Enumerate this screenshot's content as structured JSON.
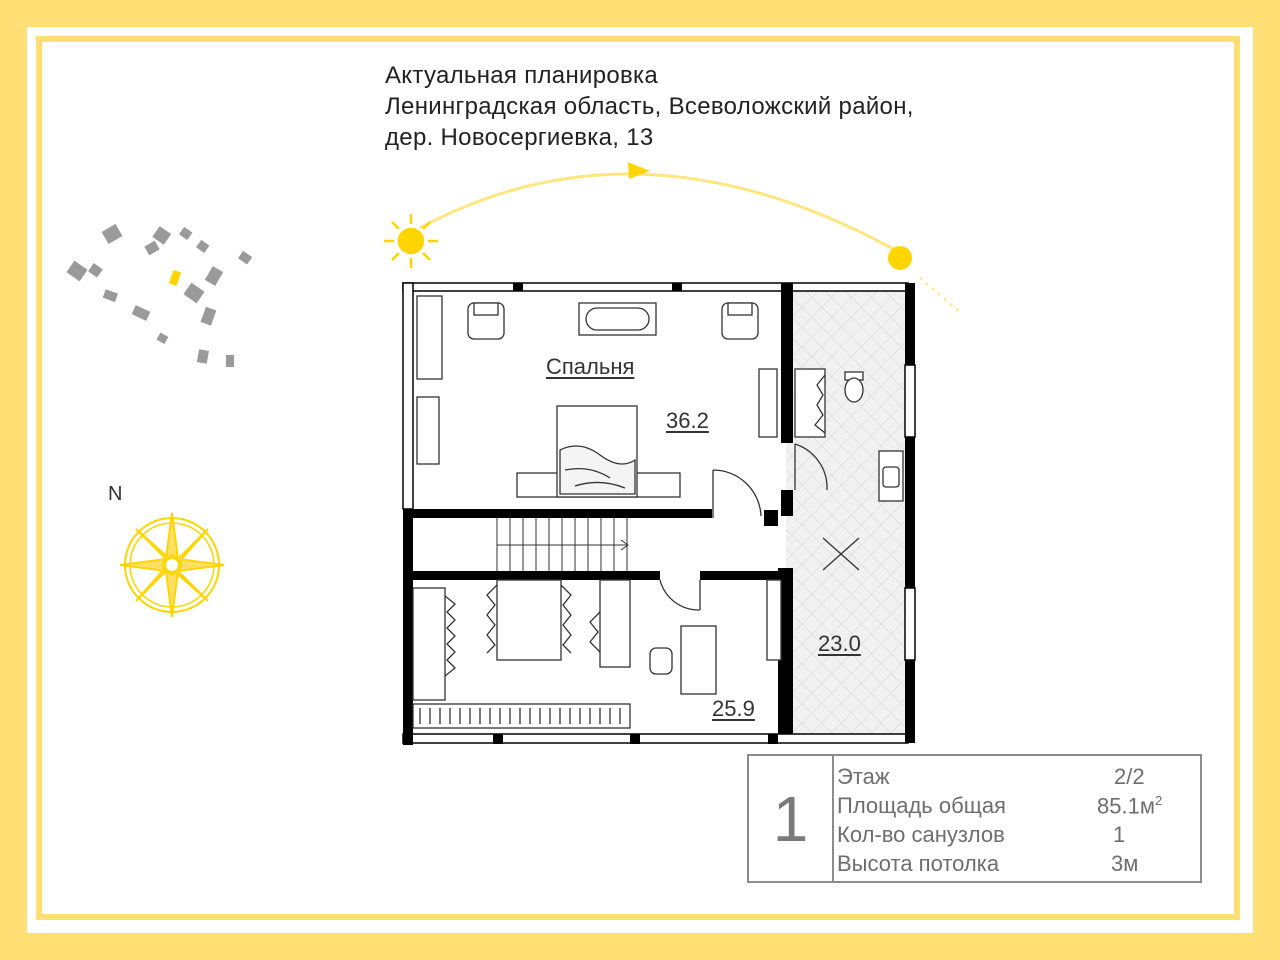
{
  "header": {
    "line1": "Актуальная планировка",
    "line2": "Ленинградская область, Всеволожский район,",
    "line3": "дер. Новосергиевка, 13"
  },
  "compass": {
    "north_label": "N",
    "icon": "compass-rose-icon"
  },
  "sun": {
    "icon": "sun-icon",
    "path_icon": "sun-path-arrow-icon"
  },
  "rooms": {
    "bedroom_name": "Спальня",
    "bedroom_area": "36.2",
    "bath_area": "23.0",
    "study_area": "25.9"
  },
  "info": {
    "floor_number": "1",
    "rows": [
      {
        "label": "Этаж",
        "value": "2/2"
      },
      {
        "label": "Площадь общая",
        "value": "85.1м",
        "sup": "2"
      },
      {
        "label": "Кол-во санузлов",
        "value": "1"
      },
      {
        "label": "Высота потолка",
        "value": "3м"
      }
    ]
  },
  "colors": {
    "accent": "#FFD500",
    "frame": "#FFDF73",
    "wall": "#000000",
    "tile": "#F1F1F1"
  }
}
